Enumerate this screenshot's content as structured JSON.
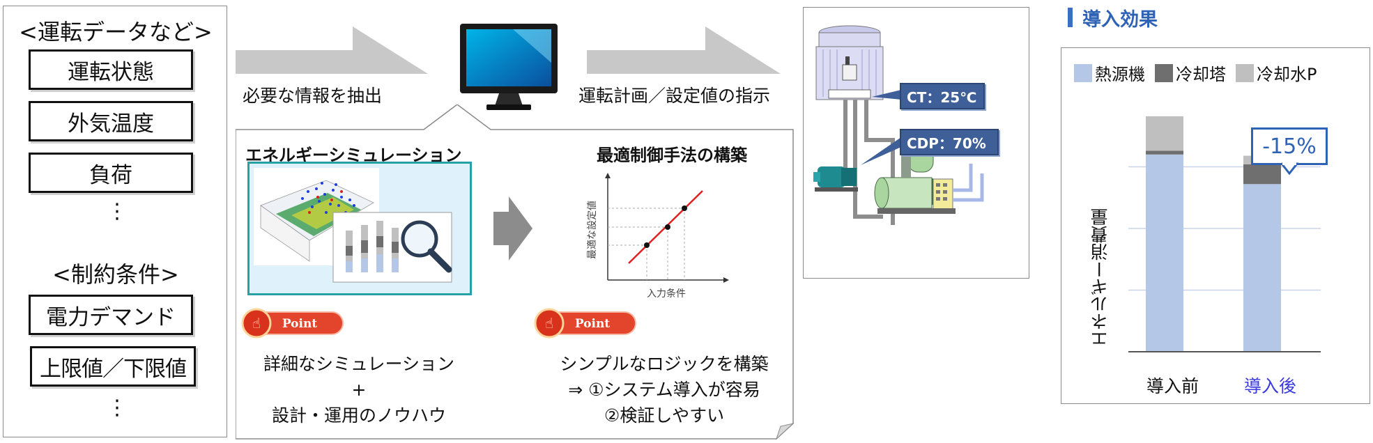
{
  "left_panel": {
    "operation_heading": "<運転データなど>",
    "operation_items": [
      "運転状態",
      "外気温度",
      "負荷"
    ],
    "constraint_heading": "<制約条件>",
    "constraint_items": [
      "電力デマンド",
      "上限値／下限値"
    ],
    "more_symbol": "⋮"
  },
  "flow": {
    "extract_label": "必要な情報を抽出",
    "instruct_label": "運転計画／設定値の指示"
  },
  "center_card": {
    "sim_heading": "エネルギーシミュレーション",
    "control_heading": "最適制御手法の構築",
    "point_label": "Point",
    "control_graph": {
      "xlabel": "入力条件",
      "ylabel": "最適な設定値"
    },
    "sim_desc_line1": "詳細なシミュレーション",
    "sim_desc_line2": "+",
    "sim_desc_line3": "設計・運用のノウハウ",
    "control_desc_line1": "シンプルなロジックを構築",
    "control_desc_line2": "⇒ ①システム導入が容易",
    "control_desc_line3": "②検証しやすい"
  },
  "equipment": {
    "ct_tag": "CT：25℃",
    "cdp_tag": "CDP：70%"
  },
  "effect": {
    "title": "導入効果",
    "callout": "-15%"
  },
  "colors": {
    "heat_source": "#b4c7e7",
    "cooling_tower": "#6f6f6f",
    "cooling_pump": "#bfbfbf",
    "accent_blue": "#2e62b5",
    "after_label": "#3a3adf"
  },
  "chart_data": {
    "type": "bar",
    "stacked": true,
    "categories": [
      "導入前",
      "導入後"
    ],
    "series": [
      {
        "name": "熱源機",
        "values": [
          80,
          68
        ]
      },
      {
        "name": "冷却塔",
        "values": [
          1.5,
          8
        ]
      },
      {
        "name": "冷却水P",
        "values": [
          14,
          3.5
        ]
      }
    ],
    "ylabel": "エネルギー消費量",
    "ylim": [
      0,
      100
    ],
    "grid": true,
    "legend_position": "top",
    "annotation": "-15%"
  }
}
